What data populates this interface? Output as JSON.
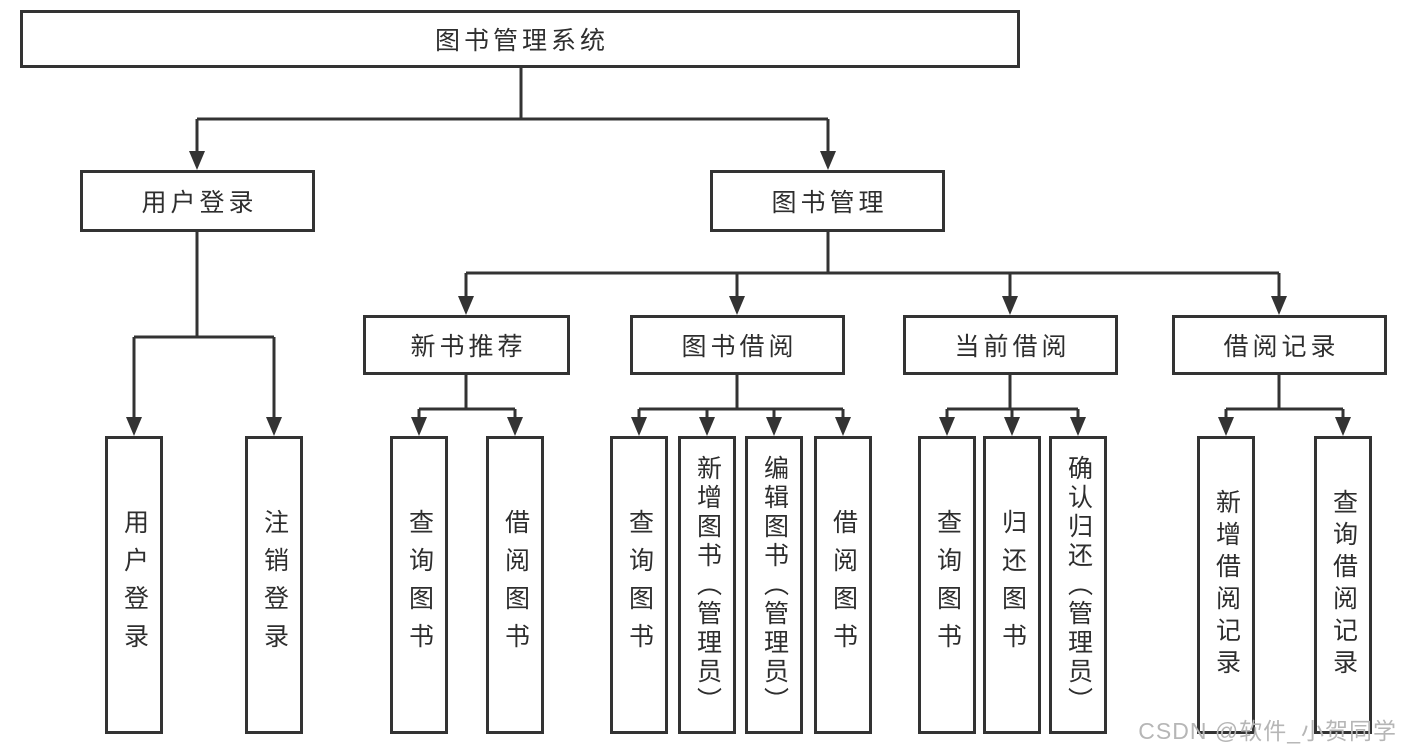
{
  "diagram": {
    "type": "hierarchy",
    "nodes": {
      "root": {
        "label": "图书管理系统"
      },
      "l2": [
        {
          "label": "用户登录"
        },
        {
          "label": "图书管理"
        }
      ],
      "l3": [
        {
          "label": "新书推荐"
        },
        {
          "label": "图书借阅"
        },
        {
          "label": "当前借阅"
        },
        {
          "label": "借阅记录"
        }
      ],
      "leaves": [
        {
          "label": "用户登录"
        },
        {
          "label": "注销登录"
        },
        {
          "label": "查询图书"
        },
        {
          "label": "借阅图书"
        },
        {
          "label": "查询图书"
        },
        {
          "label": "新增图书（管理员）"
        },
        {
          "label": "编辑图书（管理员）"
        },
        {
          "label": "借阅图书"
        },
        {
          "label": "查询图书"
        },
        {
          "label": "归还图书"
        },
        {
          "label": "确认归还（管理员）"
        },
        {
          "label": "新增借阅记录"
        },
        {
          "label": "查询借阅记录"
        }
      ]
    },
    "hierarchy": {
      "图书管理系统": [
        "用户登录",
        "图书管理"
      ],
      "用户登录": [
        "用户登录",
        "注销登录"
      ],
      "图书管理": [
        "新书推荐",
        "图书借阅",
        "当前借阅",
        "借阅记录"
      ],
      "新书推荐": [
        "查询图书",
        "借阅图书"
      ],
      "图书借阅": [
        "查询图书",
        "新增图书（管理员）",
        "编辑图书（管理员）",
        "借阅图书"
      ],
      "当前借阅": [
        "查询图书",
        "归还图书",
        "确认归还（管理员）"
      ],
      "借阅记录": [
        "新增借阅记录",
        "查询借阅记录"
      ]
    },
    "colors": {
      "line": "#333333",
      "box_border": "#333333",
      "box_background": "#ffffff",
      "text": "#2e2e2e",
      "watermark": "#b6b6b6"
    }
  },
  "watermark": {
    "text": "CSDN @软件_小贺同学"
  }
}
